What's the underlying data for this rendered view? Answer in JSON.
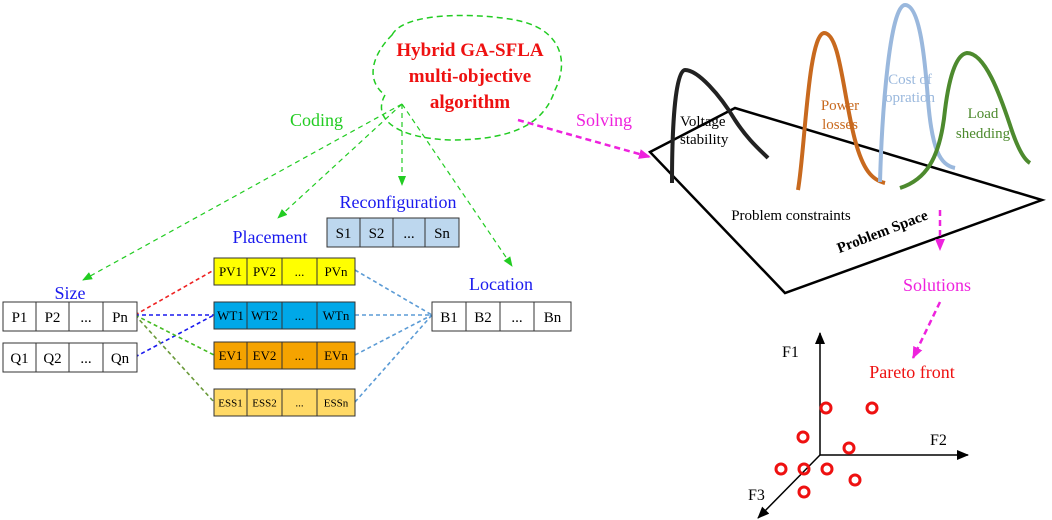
{
  "algorithm": {
    "line1": "Hybrid GA-SFLA",
    "line2": "multi-objective",
    "line3": "algorithm"
  },
  "arrows": {
    "coding": "Coding",
    "solving": "Solving",
    "solutions": "Solutions"
  },
  "groups": {
    "size": "Size",
    "placement": "Placement",
    "reconfiguration": "Reconfiguration",
    "location": "Location"
  },
  "size_rows": [
    [
      "P1",
      "P2",
      "...",
      "Pn"
    ],
    [
      "Q1",
      "Q2",
      "...",
      "Qn"
    ]
  ],
  "reconfig_cells": [
    "S1",
    "S2",
    "...",
    "Sn"
  ],
  "location_cells": [
    "B1",
    "B2",
    "...",
    "Bn"
  ],
  "placement_rows": [
    {
      "cells": [
        "PV1",
        "PV2",
        "...",
        "PVn"
      ],
      "color": "#ffff00"
    },
    {
      "cells": [
        "WT1",
        "WT2",
        "...",
        "WTn"
      ],
      "color": "#00a8e8"
    },
    {
      "cells": [
        "EV1",
        "EV2",
        "...",
        "EVn"
      ],
      "color": "#f5a300"
    },
    {
      "cells": [
        "ESS1",
        "ESS2",
        "...",
        "ESSn"
      ],
      "color": "#ffd966"
    }
  ],
  "problem_space": {
    "title": "Problem Space",
    "constraints": "Problem constraints",
    "voltage": [
      "Voltage",
      "stability"
    ],
    "power": [
      "Power",
      "losses"
    ],
    "cost": [
      "Cost of",
      "opration"
    ],
    "load": [
      "Load",
      "shedding"
    ]
  },
  "pareto": {
    "title": "Pareto front",
    "f1": "F1",
    "f2": "F2",
    "f3": "F3"
  },
  "colors": {
    "green": "#22cc22",
    "magenta": "#ee22dd",
    "blue": "#1a1aee",
    "red": "#ee1111",
    "black_curve": "#222222",
    "orange_curve": "#c8691e",
    "lightblue_curve": "#9ab8dd",
    "green_curve": "#4d8a2e"
  }
}
